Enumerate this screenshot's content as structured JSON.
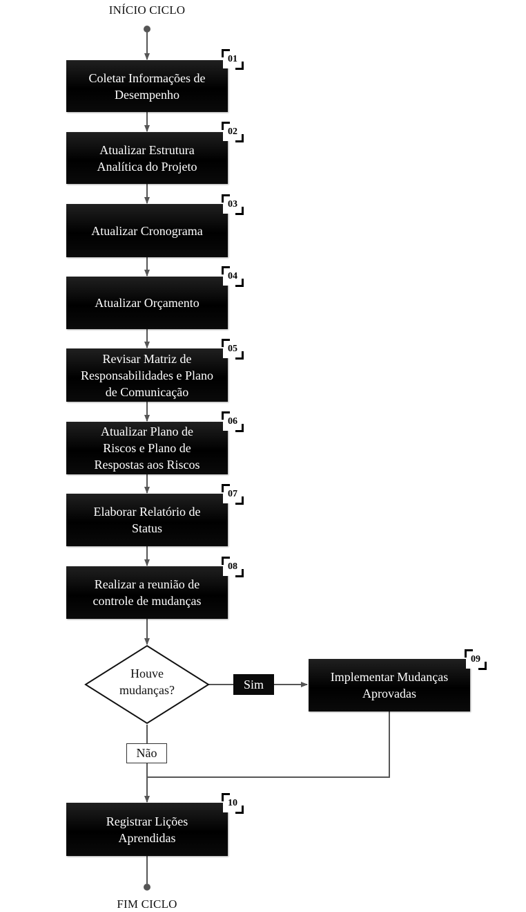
{
  "start_label": "INÍCIO CICLO",
  "end_label": "FIM CICLO",
  "steps": [
    {
      "number": "01",
      "text": "Coletar Informações de\nDesempenho"
    },
    {
      "number": "02",
      "text": "Atualizar Estrutura\nAnalítica do Projeto"
    },
    {
      "number": "03",
      "text": "Atualizar Cronograma"
    },
    {
      "number": "04",
      "text": "Atualizar Orçamento"
    },
    {
      "number": "05",
      "text": "Revisar Matriz de\nResponsabilidades e Plano\nde Comunicação"
    },
    {
      "number": "06",
      "text": "Atualizar Plano de\nRiscos e Plano de\nRespostas aos Riscos"
    },
    {
      "number": "07",
      "text": "Elaborar Relatório de\nStatus"
    },
    {
      "number": "08",
      "text": "Realizar a reunião de\ncontrole de mudanças"
    },
    {
      "number": "09",
      "text": "Implementar Mudanças\nAprovadas"
    },
    {
      "number": "10",
      "text": "Registrar Lições\nAprendidas"
    }
  ],
  "decision": {
    "text": "Houve\nmudanças?",
    "yes_label": "Sim",
    "no_label": "Não"
  },
  "colors": {
    "box_fill": "#000000",
    "line": "#555555",
    "background": "#ffffff"
  }
}
